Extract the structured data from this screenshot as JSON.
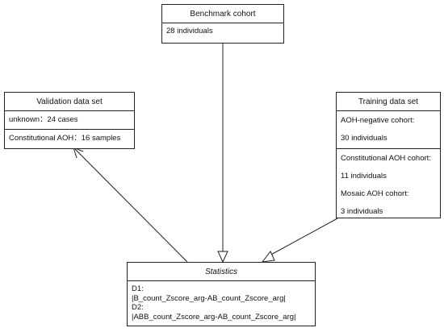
{
  "benchmark": {
    "title": "Benchmark  cohort",
    "lines": [
      "28 individuals"
    ]
  },
  "validation": {
    "title": "Validation data set",
    "sections": [
      [
        "unknown：24 cases"
      ],
      [
        "Constitutional AOH：16 samples"
      ]
    ]
  },
  "training": {
    "title": "Training data set",
    "sections": [
      [
        "AOH-negative cohort:",
        "30 individuals"
      ],
      [
        "Constitutional AOH cohort:",
        "11 individuals",
        "Mosaic AOH cohort:",
        "3 individuals"
      ]
    ]
  },
  "statistics": {
    "title": "Statistics",
    "lines": [
      "D1:",
      "|B_count_Zscore_arg-AB_count_Zscore_arg|",
      "D2:",
      "|ABB_count_Zscore_arg-AB_count_Zscore_arg|"
    ]
  }
}
